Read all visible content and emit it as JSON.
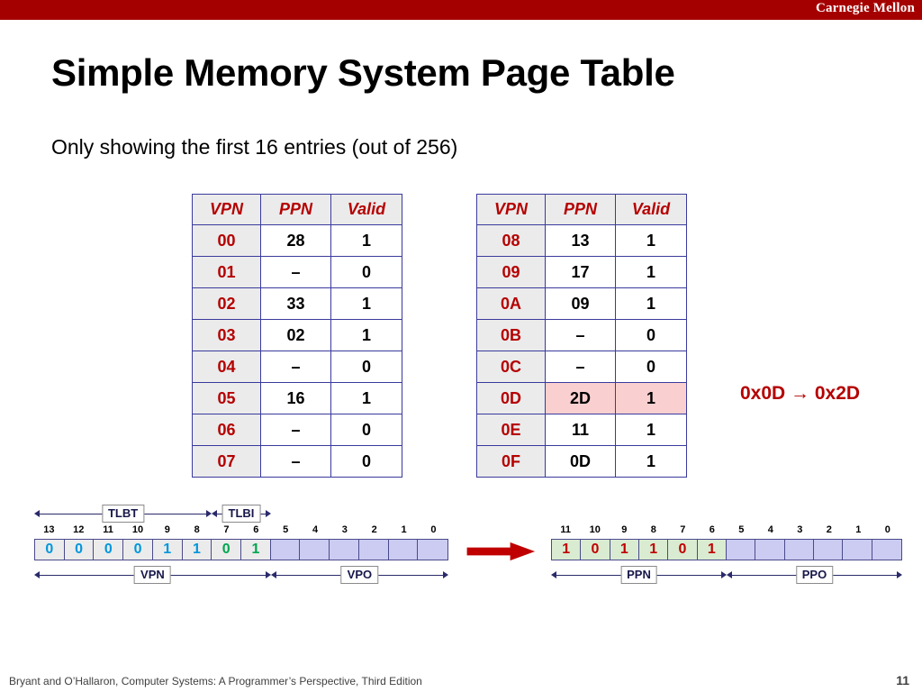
{
  "banner": {
    "brand": "Carnegie Mellon",
    "bar_color": "#a50000"
  },
  "title": "Simple Memory System Page Table",
  "subtitle": "Only showing the first 16 entries (out of 256)",
  "page_tables": {
    "headers": [
      "VPN",
      "PPN",
      "Valid"
    ],
    "header_color": "#b50000",
    "highlight_color": "#f9cfcf",
    "left": {
      "rows": [
        {
          "vpn": "00",
          "ppn": "28",
          "valid": "1",
          "highlight": false
        },
        {
          "vpn": "01",
          "ppn": "–",
          "valid": "0",
          "highlight": false
        },
        {
          "vpn": "02",
          "ppn": "33",
          "valid": "1",
          "highlight": false
        },
        {
          "vpn": "03",
          "ppn": "02",
          "valid": "1",
          "highlight": false
        },
        {
          "vpn": "04",
          "ppn": "–",
          "valid": "0",
          "highlight": false
        },
        {
          "vpn": "05",
          "ppn": "16",
          "valid": "1",
          "highlight": false
        },
        {
          "vpn": "06",
          "ppn": "–",
          "valid": "0",
          "highlight": false
        },
        {
          "vpn": "07",
          "ppn": "–",
          "valid": "0",
          "highlight": false
        }
      ]
    },
    "right": {
      "rows": [
        {
          "vpn": "08",
          "ppn": "13",
          "valid": "1",
          "highlight": false
        },
        {
          "vpn": "09",
          "ppn": "17",
          "valid": "1",
          "highlight": false
        },
        {
          "vpn": "0A",
          "ppn": "09",
          "valid": "1",
          "highlight": false
        },
        {
          "vpn": "0B",
          "ppn": "–",
          "valid": "0",
          "highlight": false
        },
        {
          "vpn": "0C",
          "ppn": "–",
          "valid": "0",
          "highlight": false
        },
        {
          "vpn": "0D",
          "ppn": "2D",
          "valid": "1",
          "highlight": true
        },
        {
          "vpn": "0E",
          "ppn": "11",
          "valid": "1",
          "highlight": false
        },
        {
          "vpn": "0F",
          "ppn": "0D",
          "valid": "1",
          "highlight": false
        }
      ]
    }
  },
  "mapping_note": "0x0D → 0x2D",
  "virtual_address": {
    "bit_indices": [
      "13",
      "12",
      "11",
      "10",
      "9",
      "8",
      "7",
      "6",
      "5",
      "4",
      "3",
      "2",
      "1",
      "0"
    ],
    "bits": [
      {
        "value": "0",
        "color": "blue",
        "state": "filled"
      },
      {
        "value": "0",
        "color": "blue",
        "state": "filled"
      },
      {
        "value": "0",
        "color": "blue",
        "state": "filled"
      },
      {
        "value": "0",
        "color": "blue",
        "state": "filled"
      },
      {
        "value": "1",
        "color": "blue",
        "state": "filled"
      },
      {
        "value": "1",
        "color": "blue",
        "state": "filled"
      },
      {
        "value": "0",
        "color": "green",
        "state": "filled"
      },
      {
        "value": "1",
        "color": "green",
        "state": "filled"
      },
      {
        "value": "",
        "color": "none",
        "state": "empty"
      },
      {
        "value": "",
        "color": "none",
        "state": "empty"
      },
      {
        "value": "",
        "color": "none",
        "state": "empty"
      },
      {
        "value": "",
        "color": "none",
        "state": "empty"
      },
      {
        "value": "",
        "color": "none",
        "state": "empty"
      },
      {
        "value": "",
        "color": "none",
        "state": "empty"
      }
    ],
    "spans_top": [
      {
        "label": "TLBT",
        "from_bit": 13,
        "to_bit": 8
      },
      {
        "label": "TLBI",
        "from_bit": 7,
        "to_bit": 6
      }
    ],
    "spans_bottom": [
      {
        "label": "VPN",
        "from_bit": 13,
        "to_bit": 6
      },
      {
        "label": "VPO",
        "from_bit": 5,
        "to_bit": 0
      }
    ]
  },
  "physical_address": {
    "bit_indices": [
      "11",
      "10",
      "9",
      "8",
      "7",
      "6",
      "5",
      "4",
      "3",
      "2",
      "1",
      "0"
    ],
    "bits": [
      {
        "value": "1",
        "color": "red",
        "state": "green"
      },
      {
        "value": "0",
        "color": "red",
        "state": "green"
      },
      {
        "value": "1",
        "color": "red",
        "state": "green"
      },
      {
        "value": "1",
        "color": "red",
        "state": "green"
      },
      {
        "value": "0",
        "color": "red",
        "state": "green"
      },
      {
        "value": "1",
        "color": "red",
        "state": "green"
      },
      {
        "value": "",
        "color": "none",
        "state": "empty"
      },
      {
        "value": "",
        "color": "none",
        "state": "empty"
      },
      {
        "value": "",
        "color": "none",
        "state": "empty"
      },
      {
        "value": "",
        "color": "none",
        "state": "empty"
      },
      {
        "value": "",
        "color": "none",
        "state": "empty"
      },
      {
        "value": "",
        "color": "none",
        "state": "empty"
      }
    ],
    "spans_bottom": [
      {
        "label": "PPN",
        "from_bit": 11,
        "to_bit": 6
      },
      {
        "label": "PPO",
        "from_bit": 5,
        "to_bit": 0
      }
    ]
  },
  "translate_arrow": {
    "color": "#c00000",
    "direction": "right"
  },
  "footer": {
    "citation": "Bryant and O’Hallaron, Computer Systems: A Programmer’s Perspective, Third Edition",
    "page_number": "11"
  }
}
